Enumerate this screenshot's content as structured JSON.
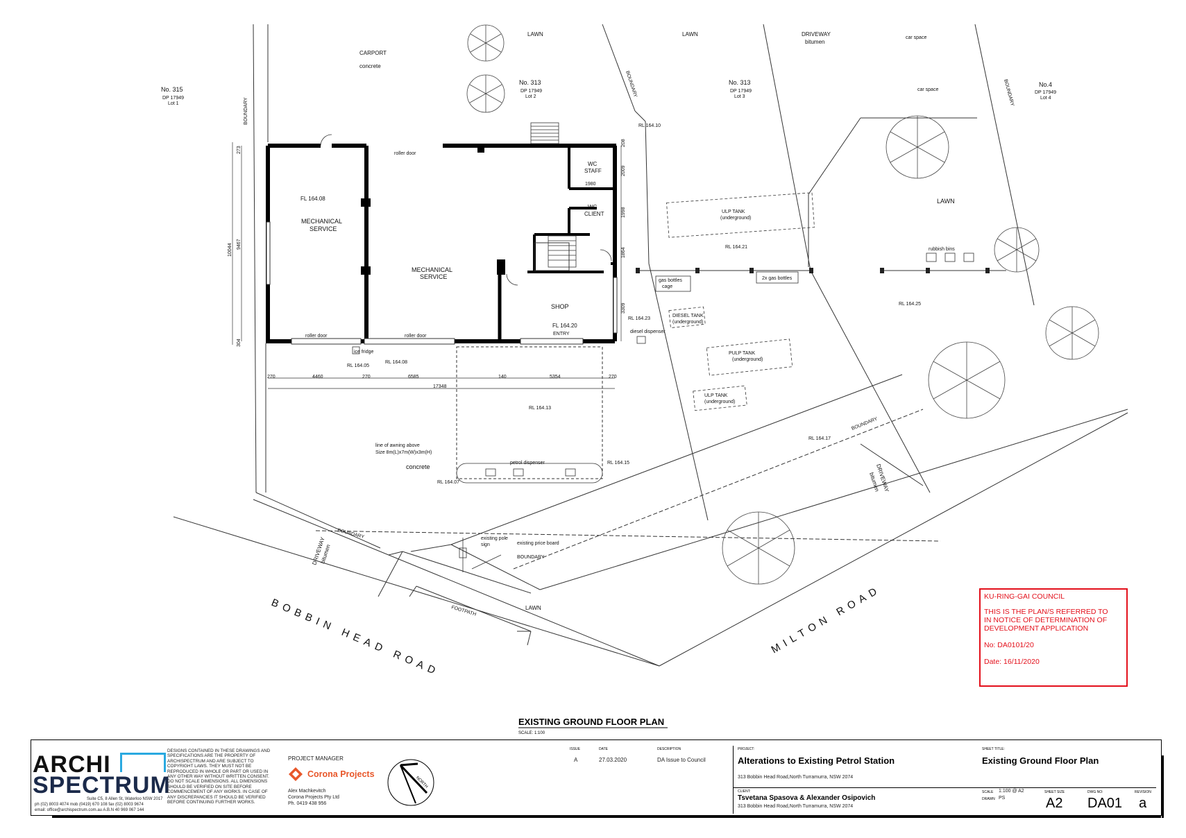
{
  "plan_title": "EXISTING GROUND FLOOR PLAN",
  "plan_scale": "SCALE: 1:100",
  "labels": {
    "lawn": "LAWN",
    "carport": "CARPORT",
    "concrete": "concrete",
    "driveway": "DRIVEWAY",
    "bitumen": "bitumen",
    "car_space": "car space",
    "no315": "No. 315",
    "no313": "No. 313",
    "no4": "No.4",
    "dp": "DP 17949",
    "lot1": "Lot 1",
    "lot2": "Lot 2",
    "lot3": "Lot 3",
    "lot4": "Lot 4",
    "boundary": "BOUNDARY",
    "mechanical_service": "MECHANICAL",
    "service": "SERVICE",
    "fl1": "FL 164.08",
    "fl2": "FL 164.20",
    "roller_door": "roller door",
    "wc": "WC",
    "staff": "STAFF",
    "client": "CLIENT",
    "shop": "SHOP",
    "entry": "ENTRY",
    "ice_fridge": "ice fridge",
    "ulp_tank": "ULP TANK",
    "underground": "(underground)",
    "diesel_tank": "DIESEL TANK",
    "pulp_tank": "PULP TANK",
    "gas_bottles_cage": "gas bottles",
    "cage": "cage",
    "gas_bottles2": "2x gas bottles",
    "diesel_dispenser": "diesel dispenser",
    "rubbish_bins": "rubbish bins",
    "petrol_dispenser": "petrol dispenser",
    "awning1": "line of awning above",
    "awning2": "Size  8m(L)x7m(W)x3m(H)",
    "pole_sign1": "existing pole",
    "pole_sign2": "sign",
    "price_board": "existing price board",
    "footpath": "FOOTPATH",
    "bobbin_head_road": "BOBBIN HEAD ROAD",
    "milton_road": "MILTON ROAD",
    "rl": {
      "r1": "RL 164.10",
      "r2": "RL 164.21",
      "r3": "RL 164.23",
      "r4": "RL 164.25",
      "r5": "RL 164.05",
      "r6": "RL 164.08",
      "r7": "RL 164.13",
      "r8": "RL 164.15",
      "r9": "RL 164.07",
      "r10": "RL 164.17"
    },
    "dims": {
      "d270a": "270",
      "d4460": "4460",
      "d270b": "270",
      "d6585": "6585",
      "d140": "140",
      "d5354": "5354",
      "d270c": "270",
      "d17348": "17348",
      "d1980": "1980",
      "d10044": "10044",
      "d9467": "9467",
      "d273": "273",
      "d304": "304",
      "d2009": "2009",
      "d1998": "1998",
      "d1864": "1864",
      "d3309": "3309",
      "d208": "208"
    }
  },
  "council_stamp": {
    "heading": "KU-RING-GAI COUNCIL",
    "body": "THIS IS THE PLAN/S REFERRED TO\nIN NOTICE OF DETERMINATION OF\nDEVELOPMENT APPLICATION",
    "no": "No:  DA0101/20",
    "date": "Date:  16/11/2020"
  },
  "title_block": {
    "logo_line1": "ARCHI",
    "logo_line2": "SPECTRUM",
    "address": "Suite C5, 8 Allen St, Waterloo NSW 2017",
    "phone": "ph (02) 8003 4074 mob (0419) 670 108 fax (02) 8003 9674",
    "email": "email: office@archispectrum.com.au  A.B.N  40 969 067 144",
    "disclaimer": "DESIGNS CONTAINED IN THESE DRAWINGS AND SPECIFICATIONS ARE THE PROPERTY OF ARCHISPECTRUM AND ARE SUBJECT TO COPYRIGHT LAWS. THEY MUST NOT BE REPRODUCED IN WHOLE OR PART OR USED IN ANY OTHER WAY WITHOUT WRITTEN CONSENT. DO NOT SCALE DIMENSIONS. ALL DIMENSIONS SHOULD BE VERIFIED ON SITE BEFORE COMMENCEMENT OF ANY WORKS. IN CASE OF ANY DISCREPANCIES IT SHOULD BE VERIFIED BEFORE CONTINUING FURTHER WORKS.",
    "pm_label": "PROJECT MANAGER",
    "pm_company": "Corona Projects",
    "pm_name": "Alex Machkevitch",
    "pm_firm": "Corona Projects Pty Ltd",
    "pm_phone": "Ph. 0419 438 956",
    "north": "NORTH",
    "issue_h": "ISSUE",
    "date_h": "DATE",
    "desc_h": "DESCRIPTION",
    "issue": "A",
    "date": "27.03.2020",
    "desc": "DA Issue to Council",
    "project_h": "PROJECT:",
    "project": "Alterations to Existing Petrol Station",
    "project_addr": "313 Bobbin Head Road,North Turramurra, NSW 2074",
    "client_h": "CLIENT:",
    "client": "Tsvetana Spasova & Alexander Osipovich",
    "client_addr": "313 Bobbin Head Road,North Turramurra, NSW 2074",
    "sheet_title_h": "SHEET TITLE:",
    "sheet_title": "Existing Ground Floor Plan",
    "scale_h": "SCALE",
    "scale": "1:100 @ A2",
    "drawn_h": "DRAWN",
    "drawn": "PS",
    "sheet_size_h": "SHEET SIZE",
    "sheet_size": "A2",
    "dwg_h": "DWG NO:",
    "dwg": "DA01",
    "rev_h": "REVISION",
    "rev": "a"
  },
  "colors": {
    "stamp": "#e3101b",
    "ink": "#000000",
    "corona": "#e8572a",
    "logo_cyan": "#2aa9e0"
  }
}
